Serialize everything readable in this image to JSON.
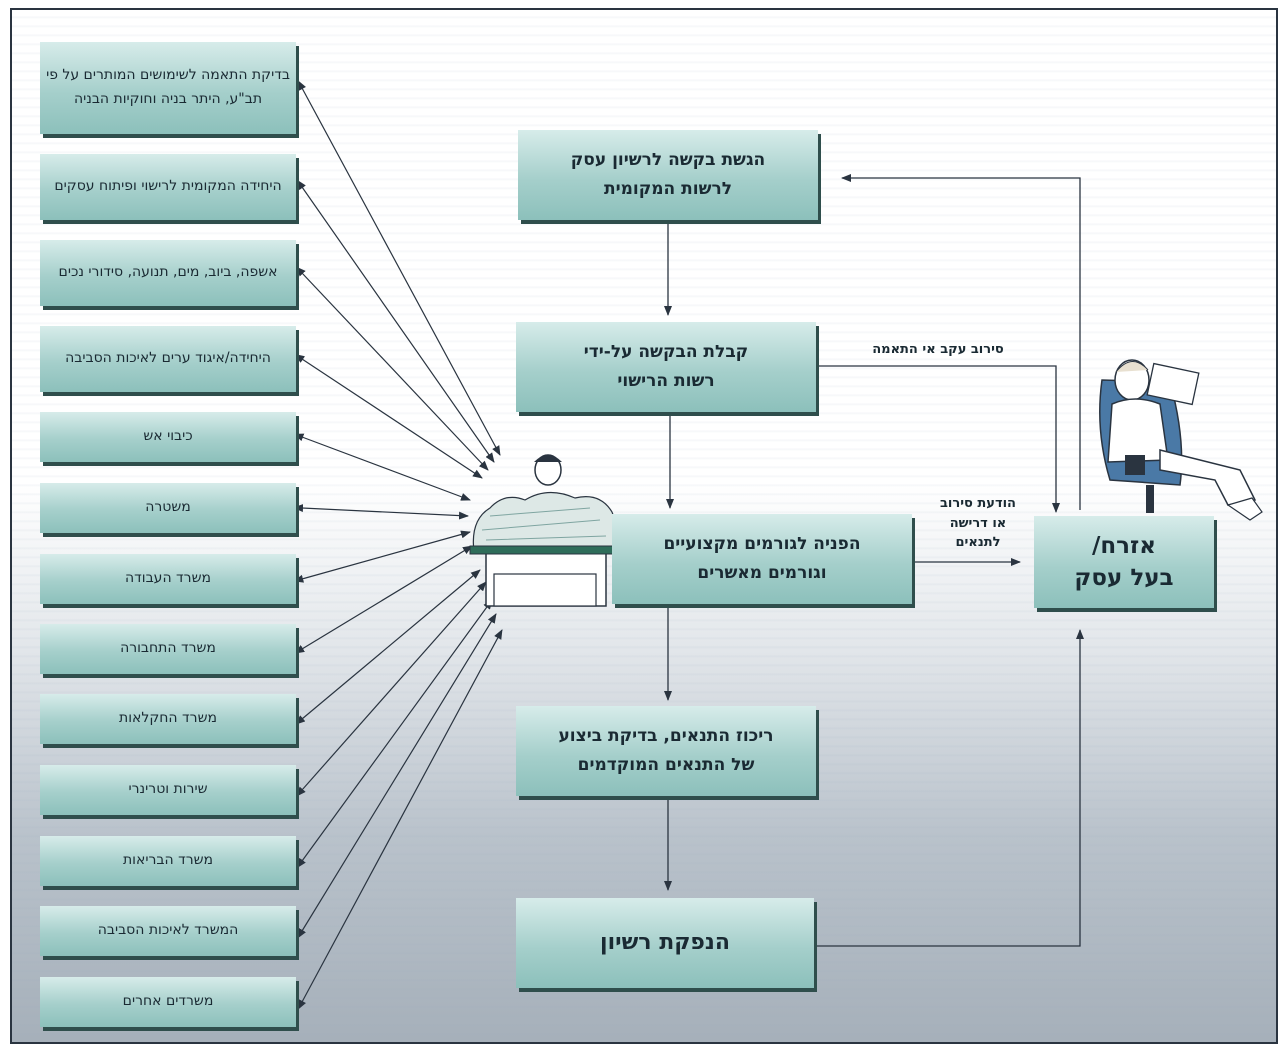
{
  "authorities": [
    "בדיקת התאמה לשימושים המותרים על פי תב\"ע, היתר בניה וחוקיות הבניה",
    "היחידה המקומית לרישוי ופיתוח עסקים",
    "אשפה, ביוב, מים, תנועה, סידורי נכים",
    "היחידה/איגוד ערים לאיכות הסביבה",
    "כיבוי אש",
    "משטרה",
    "משרד העבודה",
    "משרד התחבורה",
    "משרד החקלאות",
    "שירות וטרינרי",
    "משרד הבריאות",
    "המשרד לאיכות הסביבה",
    "משרדים אחרים"
  ],
  "flow": {
    "submit": "הגשת בקשה לרשיון עסק לרשות המקומית",
    "receive": "קבלת הבקשה על-ידי רשות הרישוי",
    "referral": "הפניה לגורמים מקצועיים וגורמים מאשרים",
    "consolidate": "ריכוז התנאים, בדיקת ביצוע של התנאים המוקדמים",
    "issue": "הנפקת רשיון"
  },
  "applicant": "אזרח/ בעל עסק",
  "labels": {
    "refusal_mismatch": "סירוב עקב אי התאמה",
    "refusal_notice": "הודעת סירוב או דרישה לתנאים"
  },
  "colors": {
    "box_top": "#d7ecea",
    "box_bottom": "#8cc0bb",
    "box_shadow": "#2f4e4c",
    "line": "#2a3440"
  }
}
